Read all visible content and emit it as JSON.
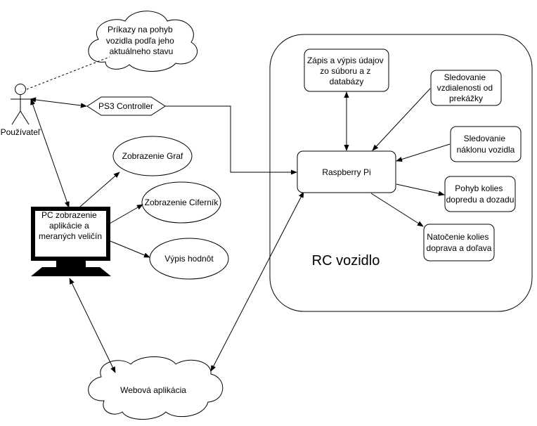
{
  "diagram": {
    "actor": {
      "label": "Používateľ"
    },
    "thought_cloud": {
      "lines": [
        "Príkazy na pohyb",
        "vozidla podľa jeho",
        "aktuálneho stavu"
      ]
    },
    "controller": {
      "label": "PS3 Controller"
    },
    "pc": {
      "lines": [
        "PC zobrazenie",
        "aplikácie a",
        "meraných veličín"
      ]
    },
    "pc_outputs": {
      "graf": "Zobrazenie Graf",
      "cifernik": "Zobrazenie Ciferník",
      "vypis": "Výpis hodnôt"
    },
    "web_app": {
      "label": "Webová aplikácia"
    },
    "vehicle": {
      "title": "RC vozidlo",
      "controller_unit": "Raspberry Pi",
      "database": [
        "Zápis a výpis údajov",
        "zo súboru a z",
        "databázy"
      ],
      "distance": [
        "Sledovanie",
        "vzdialenosti od",
        "prekážky"
      ],
      "tilt": [
        "Sledovanie",
        "náklonu vozidla"
      ],
      "wheels_move": [
        "Pohyb kolies",
        "dopredu a dozadu"
      ],
      "wheels_turn": [
        "Natočenie kolies",
        "doprava a doľava"
      ]
    }
  }
}
